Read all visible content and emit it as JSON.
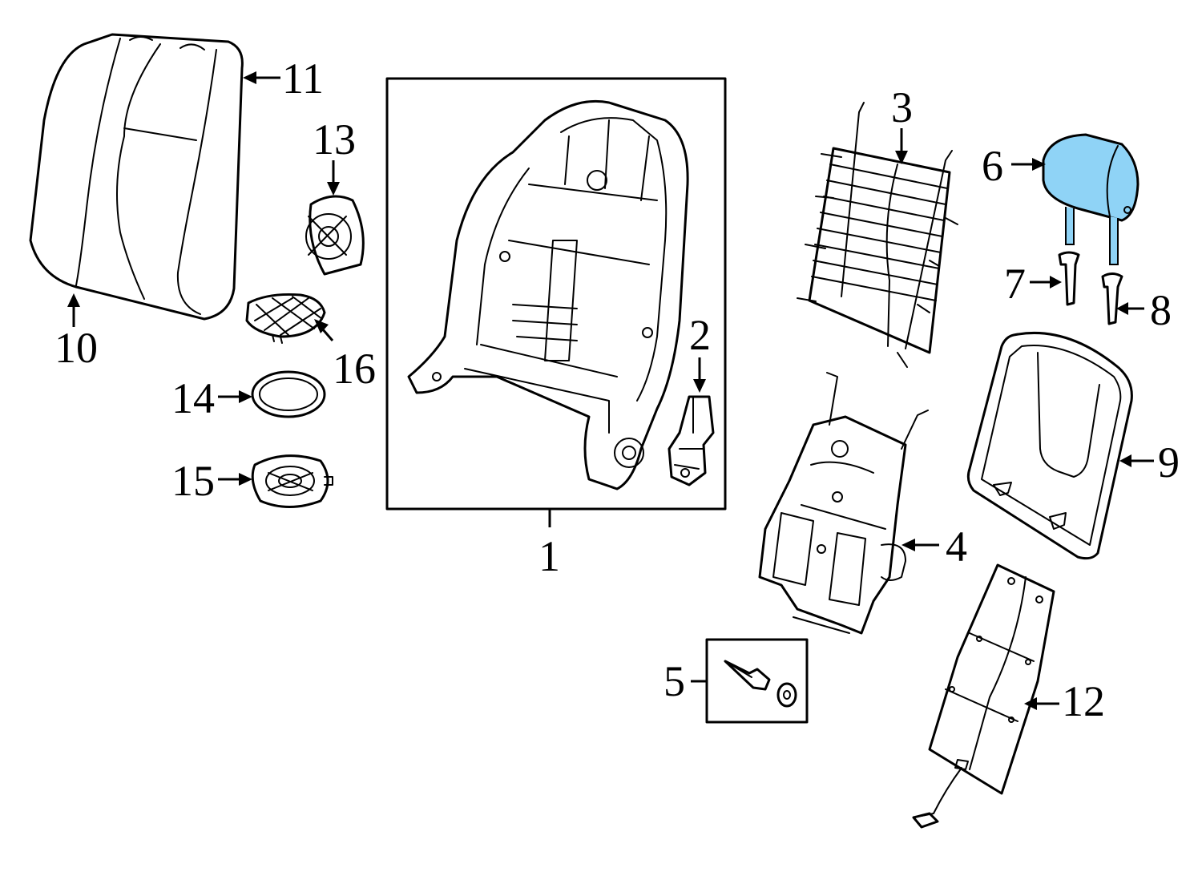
{
  "callouts": [
    {
      "id": "1",
      "text": "1"
    },
    {
      "id": "2",
      "text": "2"
    },
    {
      "id": "3",
      "text": "3"
    },
    {
      "id": "4",
      "text": "4"
    },
    {
      "id": "5",
      "text": "5"
    },
    {
      "id": "6",
      "text": "6"
    },
    {
      "id": "7",
      "text": "7"
    },
    {
      "id": "8",
      "text": "8"
    },
    {
      "id": "9",
      "text": "9"
    },
    {
      "id": "10",
      "text": "10"
    },
    {
      "id": "11",
      "text": "11"
    },
    {
      "id": "12",
      "text": "12"
    },
    {
      "id": "13",
      "text": "13"
    },
    {
      "id": "14",
      "text": "14"
    },
    {
      "id": "15",
      "text": "15"
    },
    {
      "id": "16",
      "text": "16"
    }
  ],
  "colors": {
    "highlight_fill": "#8fd3f6",
    "line": "#000000",
    "background": "#ffffff"
  }
}
